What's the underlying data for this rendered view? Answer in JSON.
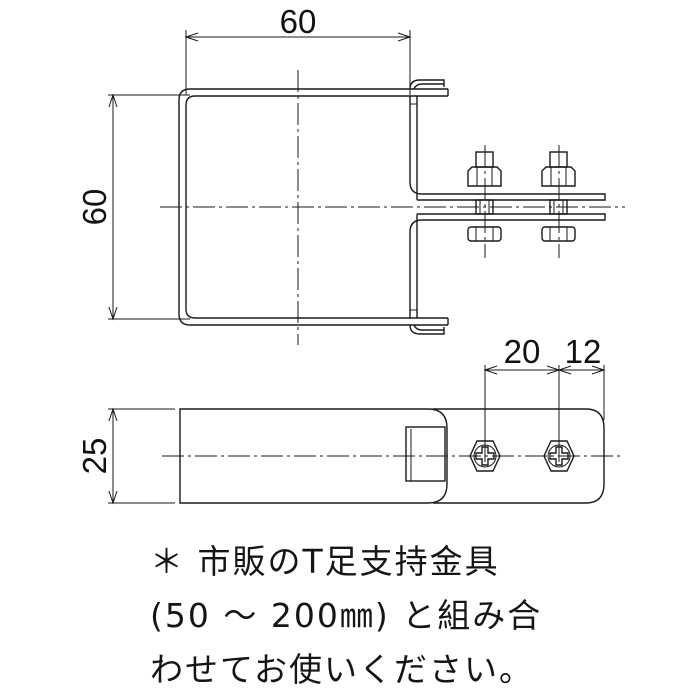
{
  "drawing": {
    "title": "T-foot bracket dimension drawing",
    "top_view": {
      "width_dim": "60",
      "height_dim": "60"
    },
    "side_view": {
      "height_dim": "25",
      "bolt_pitch_dim": "20",
      "edge_dim": "12"
    }
  },
  "note": {
    "line1": "＊ 市販のT足支持金具",
    "line2": "(50 ～ 200㎜) と組み合",
    "line3": "わせてお使いください。"
  },
  "colors": {
    "line": "#1a1a1a",
    "background": "#ffffff"
  }
}
